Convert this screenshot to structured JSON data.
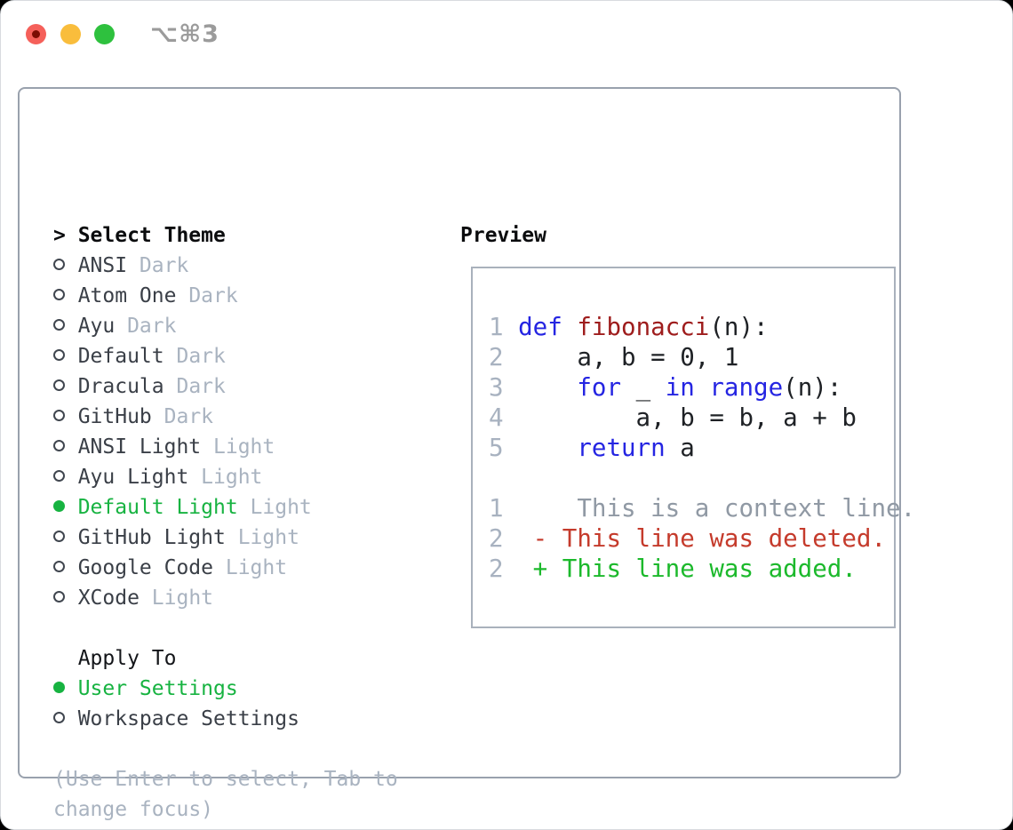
{
  "window": {
    "shortcut_label": "⌥⌘3",
    "traffic_lights": [
      {
        "name": "close",
        "color": "#f5605a"
      },
      {
        "name": "minimize",
        "color": "#f9bd3c"
      },
      {
        "name": "maximize",
        "color": "#2ec13e"
      }
    ]
  },
  "theme_panel": {
    "title": "Select Theme",
    "focus_marker": ">",
    "items": [
      {
        "name": "ANSI",
        "tag": "Dark",
        "selected": false
      },
      {
        "name": "Atom One",
        "tag": "Dark",
        "selected": false
      },
      {
        "name": "Ayu",
        "tag": "Dark",
        "selected": false
      },
      {
        "name": "Default",
        "tag": "Dark",
        "selected": false
      },
      {
        "name": "Dracula",
        "tag": "Dark",
        "selected": false
      },
      {
        "name": "GitHub",
        "tag": "Dark",
        "selected": false
      },
      {
        "name": "ANSI Light",
        "tag": "Light",
        "selected": false
      },
      {
        "name": "Ayu Light",
        "tag": "Light",
        "selected": false
      },
      {
        "name": "Default Light",
        "tag": "Light",
        "selected": true
      },
      {
        "name": "GitHub Light",
        "tag": "Light",
        "selected": false
      },
      {
        "name": "Google Code",
        "tag": "Light",
        "selected": false
      },
      {
        "name": "XCode",
        "tag": "Light",
        "selected": false
      }
    ]
  },
  "apply_panel": {
    "title": "Apply To",
    "items": [
      {
        "name": "User Settings",
        "selected": true
      },
      {
        "name": "Workspace Settings",
        "selected": false
      }
    ]
  },
  "hint_lines": [
    "(Use Enter to select, Tab to",
    "change focus)"
  ],
  "preview": {
    "title": "Preview",
    "code_lines": [
      {
        "gutter": "1",
        "tokens": [
          {
            "t": "def",
            "c": "kw"
          },
          {
            "t": " "
          },
          {
            "t": "fibonacci",
            "c": "fn"
          },
          {
            "t": "(n):"
          }
        ]
      },
      {
        "gutter": "2",
        "tokens": [
          {
            "t": "    a, b = 0, 1"
          }
        ]
      },
      {
        "gutter": "3",
        "tokens": [
          {
            "t": "    "
          },
          {
            "t": "for",
            "c": "kw"
          },
          {
            "t": " _ "
          },
          {
            "t": "in",
            "c": "kw"
          },
          {
            "t": " "
          },
          {
            "t": "range",
            "c": "kw"
          },
          {
            "t": "(n):"
          }
        ]
      },
      {
        "gutter": "4",
        "tokens": [
          {
            "t": "        a, b = b, a + b"
          }
        ]
      },
      {
        "gutter": "5",
        "tokens": [
          {
            "t": "    "
          },
          {
            "t": "return",
            "c": "kw"
          },
          {
            "t": " a"
          }
        ]
      },
      {
        "gutter": "",
        "tokens": []
      },
      {
        "gutter": "1",
        "tokens": [
          {
            "t": "    This is a context line.",
            "c": "ctx"
          }
        ]
      },
      {
        "gutter": "2",
        "tokens": [
          {
            "t": " - This line was deleted.",
            "c": "del"
          }
        ]
      },
      {
        "gutter": "2",
        "tokens": [
          {
            "t": " + This line was added.",
            "c": "add"
          }
        ]
      }
    ]
  },
  "colors": {
    "green": "#17b341",
    "kw": "#2525e2",
    "fn": "#9e1c1c",
    "del": "#c53b2c",
    "add": "#1cb92c",
    "ctx": "#9099a4",
    "muted": "#a9b3c0",
    "gutter": "#a8b2c0",
    "text": "#3a3f47",
    "code": "#1e2125",
    "tl-red": "#f5605a",
    "tl-yellow": "#f9bd3c",
    "tl-green": "#2ec13e"
  }
}
